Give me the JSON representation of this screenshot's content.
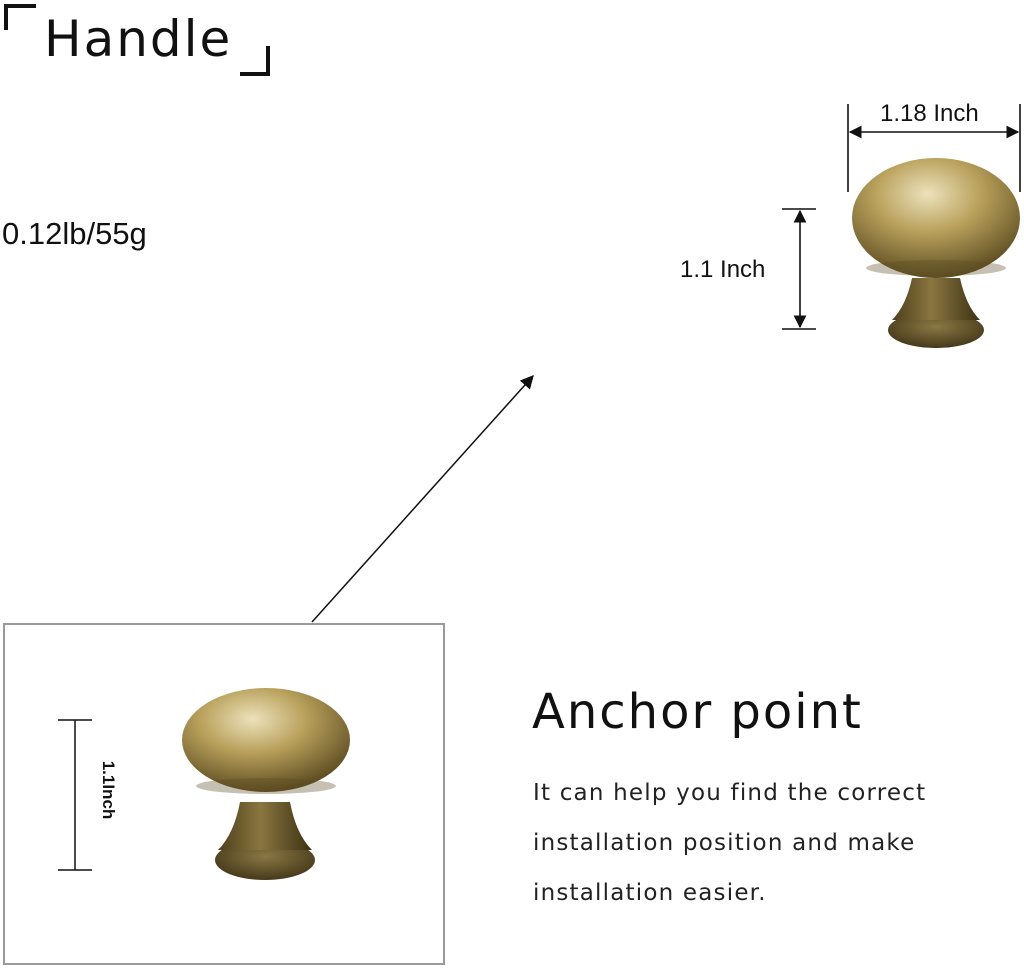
{
  "header": {
    "title": "Handle"
  },
  "specs": {
    "weight": "0.12lb/55g",
    "width": "1.18 Inch",
    "height": "1.1 Inch"
  },
  "inset": {
    "height_label": "1.1Inch"
  },
  "feature": {
    "title": "Anchor point",
    "description": "It can help you find the correct installation position and make installation easier."
  },
  "colors": {
    "brass_light": "#e8dcb0",
    "brass_mid": "#b39a55",
    "brass_dark": "#5a4a20",
    "frame": "#9a9a9a"
  }
}
